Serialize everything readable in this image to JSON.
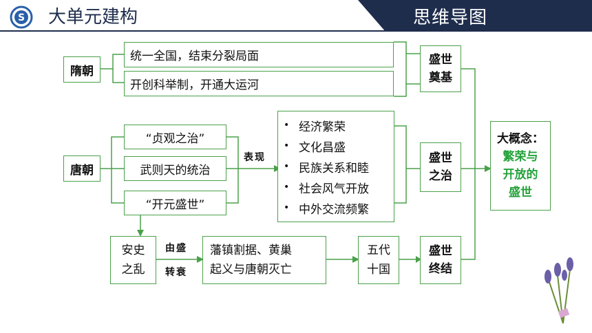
{
  "header": {
    "title": "大单元建构",
    "banner": "思维导图"
  },
  "colors": {
    "border": "#4aa04a",
    "banner": "#1f2d4d",
    "accent": "#23a23a",
    "logo": "#2a5fa8"
  },
  "nodes": {
    "sui": "隋朝",
    "sui_a": "统一全国，结束分裂局面",
    "sui_b": "开创科举制，开通大运河",
    "tang": "唐朝",
    "tang_a": "“贞观之治”",
    "tang_b": "武则天的统治",
    "tang_c": "“开元盛世”",
    "biaoxian": "表现",
    "features": [
      "经济繁荣",
      "文化昌盛",
      "民族关系和睦",
      "社会风气开放",
      "中外交流频繁"
    ],
    "anshi_1": "安史",
    "anshi_2": "之乱",
    "trans_1": "由盛",
    "trans_2": "转衰",
    "fanzhen_1": "藩镇割据、黄巢",
    "fanzhen_2": "起义与唐朝灭亡",
    "wudai_1": "五代",
    "wudai_2": "十国",
    "stage1_1": "盛世",
    "stage1_2": "奠基",
    "stage2_1": "盛世",
    "stage2_2": "之治",
    "stage3_1": "盛世",
    "stage3_2": "终结",
    "concept_title": "大概念：",
    "concept_1": "繁荣与",
    "concept_2": "开放的",
    "concept_3": "盛世"
  }
}
